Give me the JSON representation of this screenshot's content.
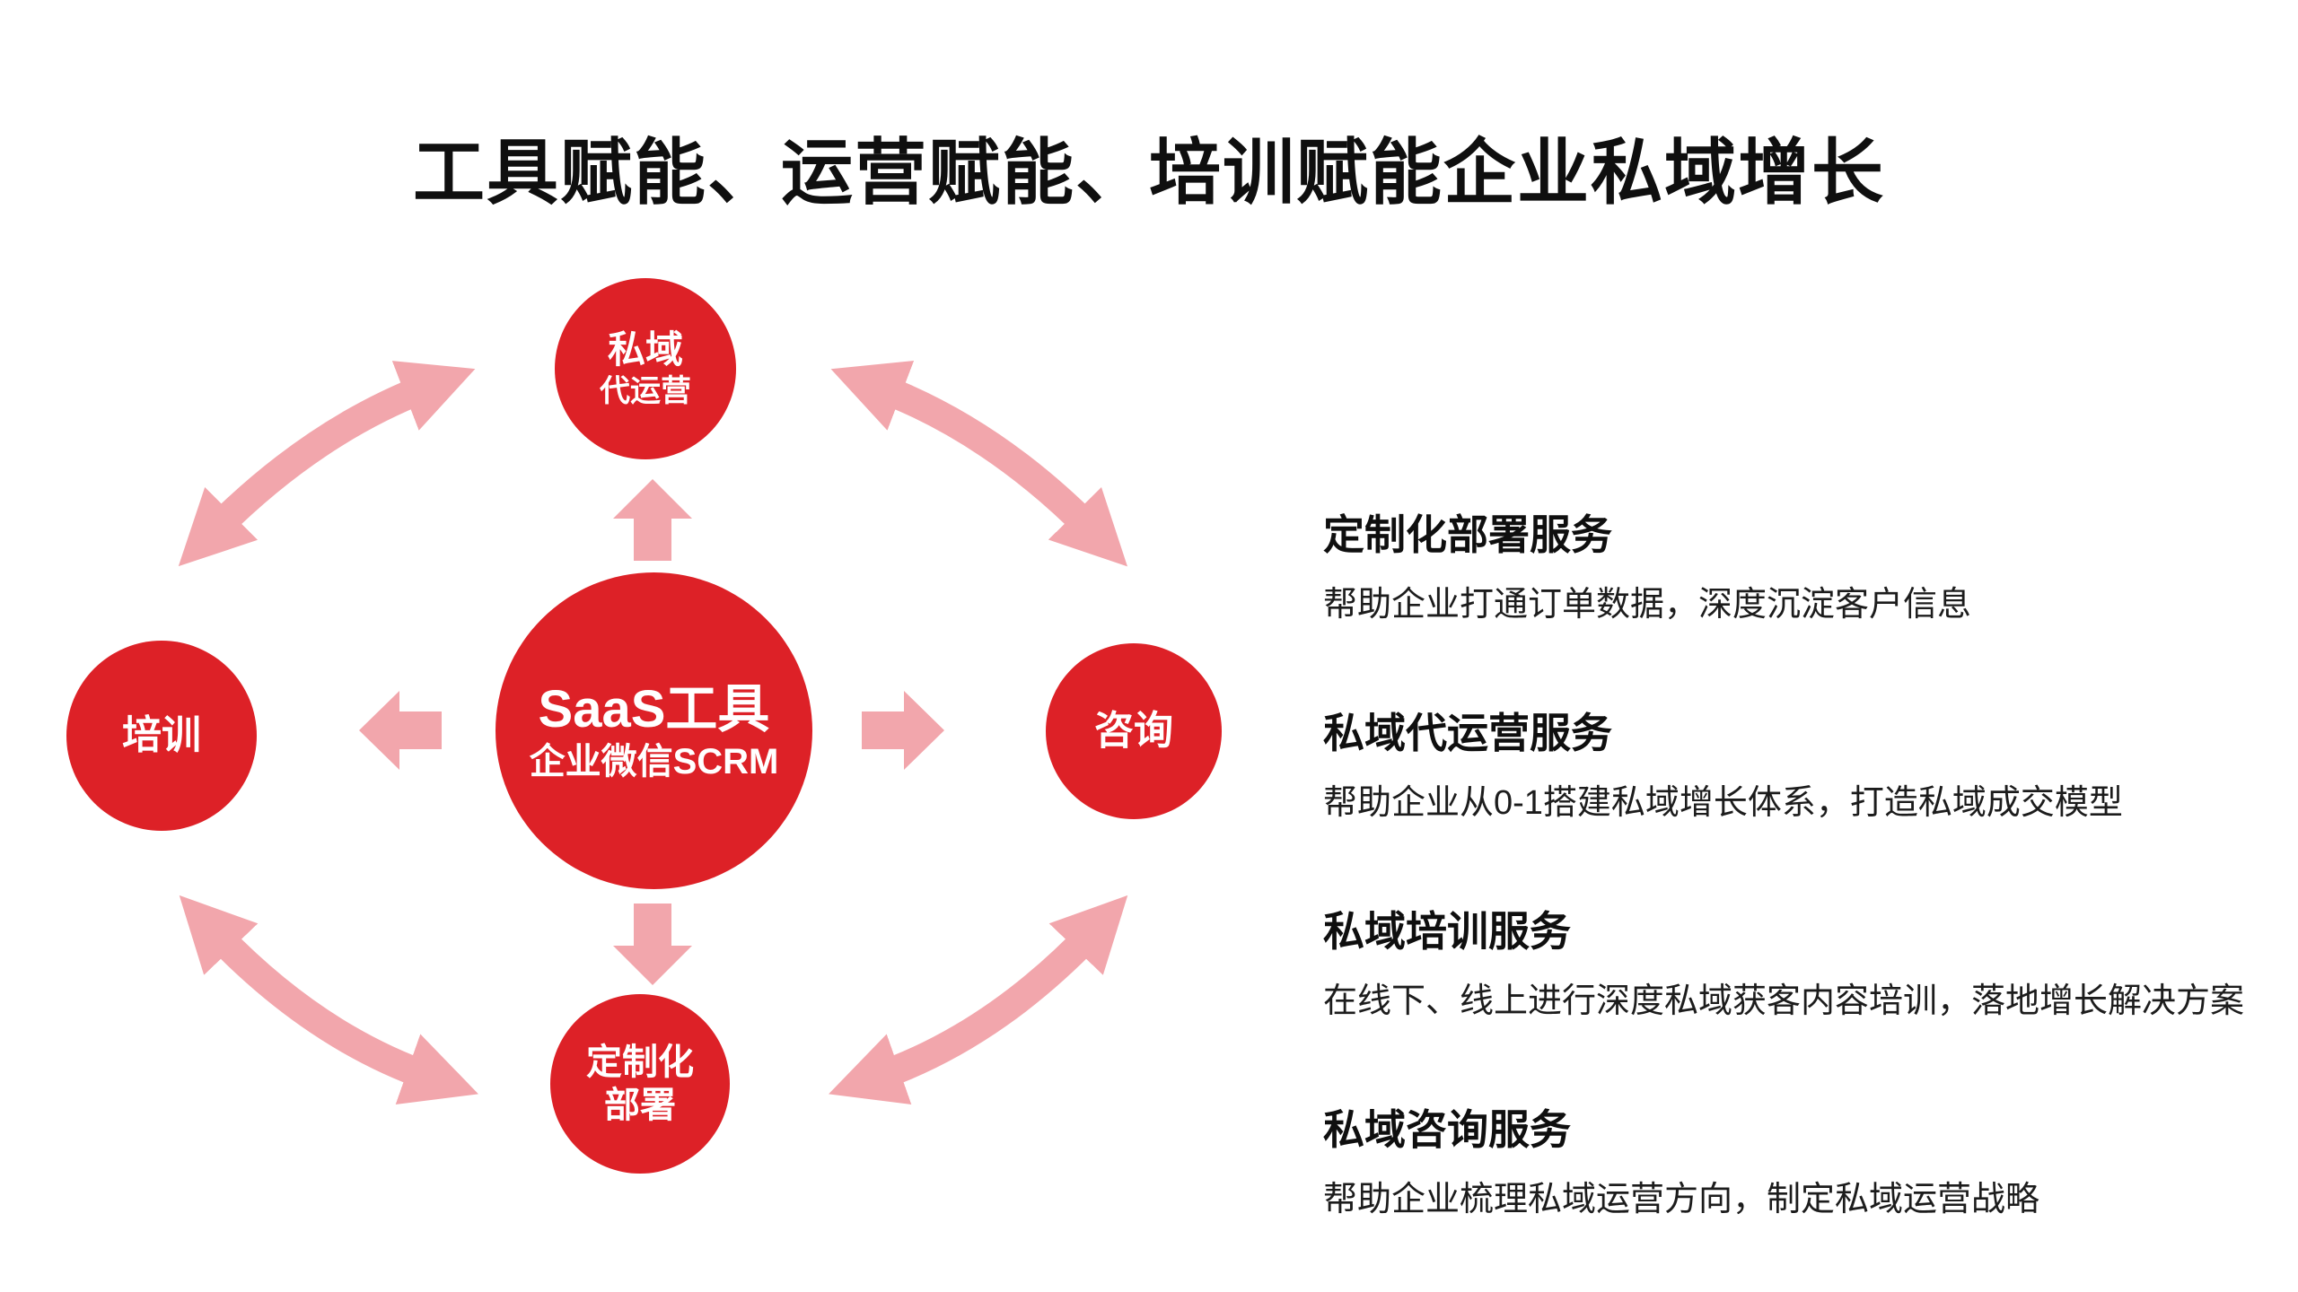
{
  "title": "工具赋能、运营赋能、培训赋能企业私域增长",
  "colors": {
    "node_red": "#DD2127",
    "arrow_pink": "#F2A6AC",
    "text_black": "#0F0F0F"
  },
  "diagram": {
    "center": {
      "line1": "SaaS工具",
      "line2": "企业微信SCRM"
    },
    "top": {
      "line1": "私域",
      "line2": "代运营"
    },
    "left": {
      "label": "培训"
    },
    "right": {
      "label": "咨询"
    },
    "bottom": {
      "line1": "定制化",
      "line2": "部署"
    }
  },
  "services": [
    {
      "title": "定制化部署服务",
      "desc": "帮助企业打通订单数据，深度沉淀客户信息"
    },
    {
      "title": "私域代运营服务",
      "desc": "帮助企业从0-1搭建私域增长体系，打造私域成交模型"
    },
    {
      "title": "私域培训服务",
      "desc": "在线下、线上进行深度私域获客内容培训，落地增长解决方案"
    },
    {
      "title": "私域咨询服务",
      "desc": "帮助企业梳理私域运营方向，制定私域运营战略"
    }
  ]
}
